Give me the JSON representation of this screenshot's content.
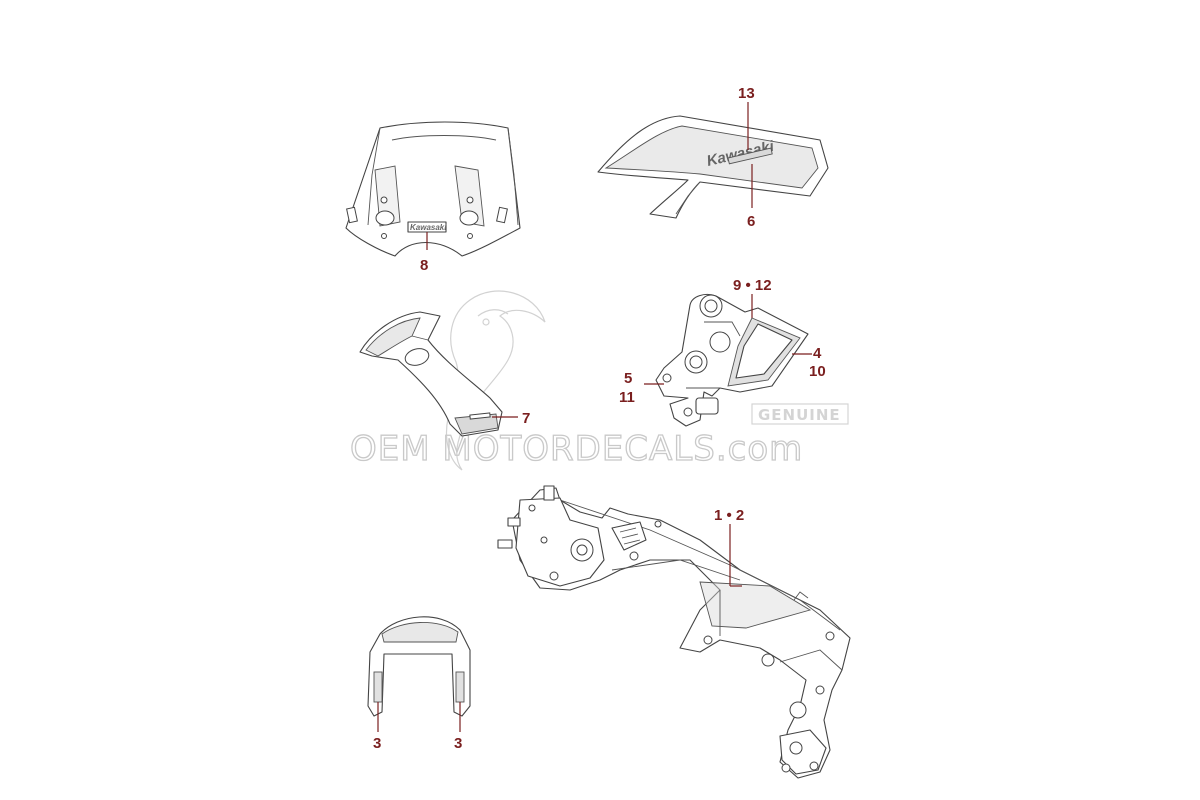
{
  "callouts": {
    "c13": "13",
    "c6": "6",
    "c8": "8",
    "c9_12": "9 • 12",
    "c4": "4",
    "c10": "10",
    "c5": "5",
    "c11": "11",
    "c7": "7",
    "c1_2": "1 • 2",
    "c3_left": "3",
    "c3_right": "3"
  },
  "decal_text": {
    "tank_logo": "Kawasaki",
    "windscreen_logo": "Kawasaki"
  },
  "watermark": {
    "site": "OEM MOTORDECALS.com",
    "badge": "GENUINE"
  },
  "colors": {
    "callout": "#7a1f1f",
    "line_art": "#444444",
    "watermark": "#c9c9c9"
  }
}
